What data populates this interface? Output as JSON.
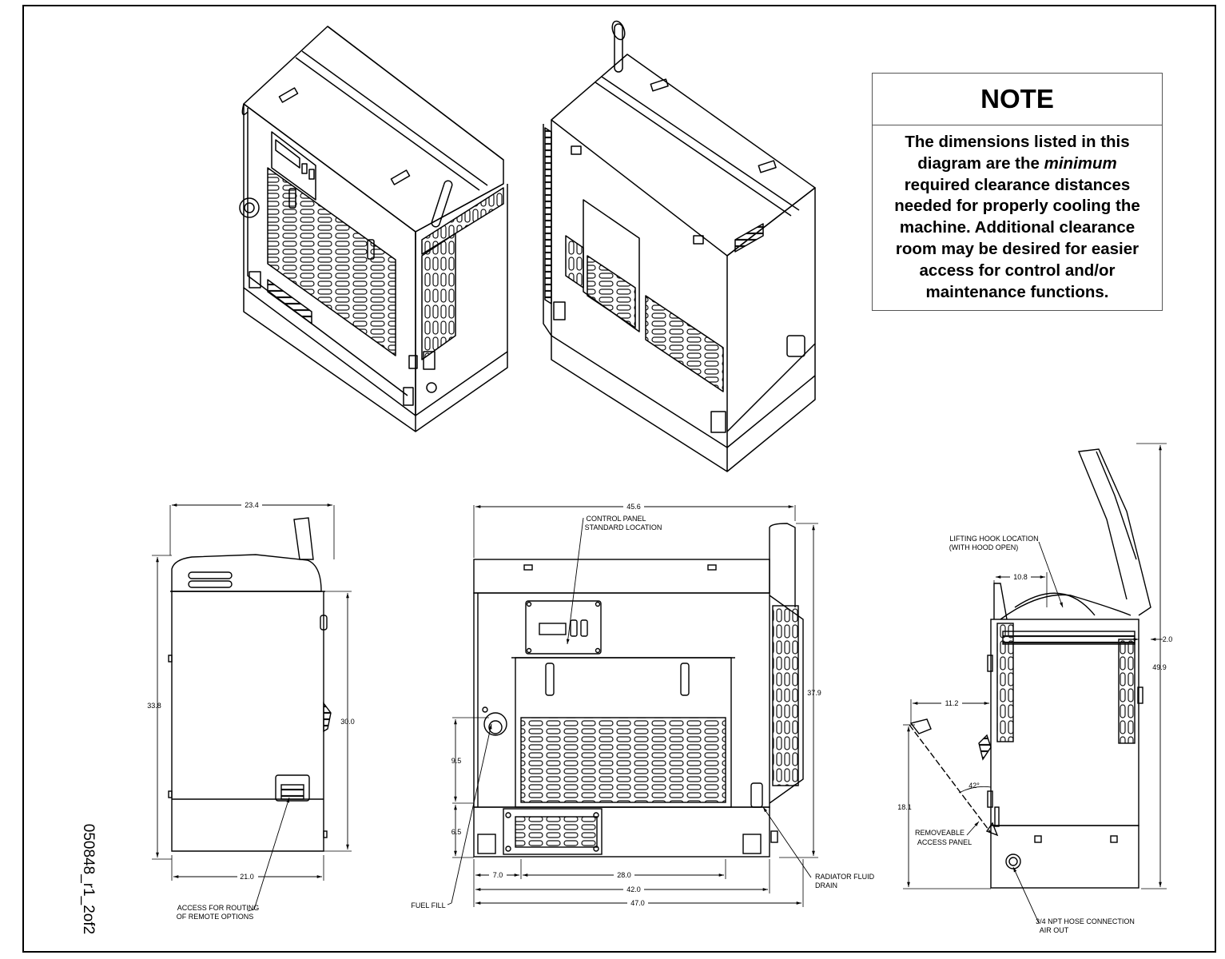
{
  "note": {
    "title": "NOTE",
    "text_before": "The dimensions listed in this diagram are the ",
    "text_emphasis": "minimum",
    "text_after": " required clearance distances needed for properly cooling the machine. Additional clearance room may be desired for easier access for control and/or maintenance functions."
  },
  "drawing_id": "050848_r1_2of2",
  "side_view": {
    "dim_width_top": "23.4",
    "dim_height_overall": "33.8",
    "dim_height_body": "30.0",
    "dim_width_base": "21.0",
    "label_access": [
      "ACCESS FOR ROUTING",
      "OF REMOTE OPTIONS"
    ]
  },
  "front_view": {
    "dim_width_top": "45.6",
    "dim_height": "37.9",
    "dim_fuel_height": "9.5",
    "dim_base_height": "6.5",
    "dim_offset": "7.0",
    "dim_inner": "28.0",
    "dim_width_base": "42.0",
    "dim_width_overall": "47.0",
    "label_control_panel": [
      "CONTROL PANEL",
      "STANDARD LOCATION"
    ],
    "label_fuel_fill": "FUEL FILL",
    "label_radiator": [
      "RADIATOR FLUID",
      "DRAIN"
    ]
  },
  "end_view": {
    "label_lifting_hook": [
      "LIFTING HOOK LOCATION",
      "(WITH HOOD OPEN)"
    ],
    "dim_hook": "10.8",
    "dim_right": "2.0",
    "dim_height_open": "49.9",
    "dim_panel_reach": "11.2",
    "dim_angle": "42°",
    "dim_height_panel": "18.1",
    "label_access_panel": [
      "REMOVEABLE",
      "ACCESS PANEL"
    ],
    "label_hose": [
      "3/4 NPT HOSE CONNECTION",
      "AIR OUT"
    ]
  }
}
